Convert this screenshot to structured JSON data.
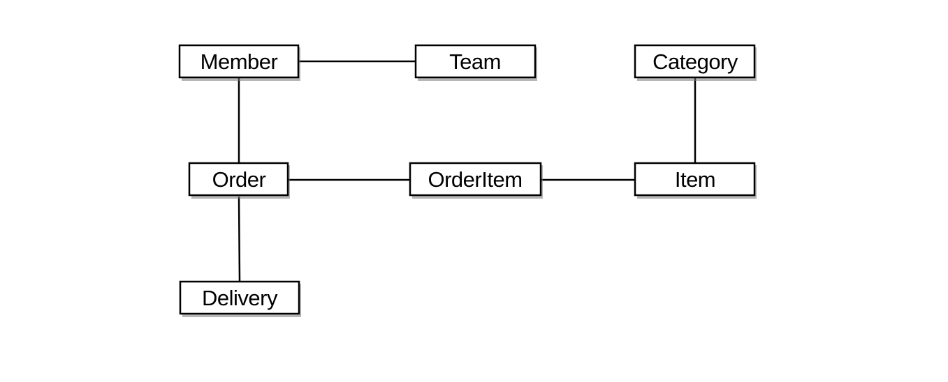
{
  "entities": {
    "member": {
      "label": "Member"
    },
    "team": {
      "label": "Team"
    },
    "category": {
      "label": "Category"
    },
    "order": {
      "label": "Order"
    },
    "order_item": {
      "label": "OrderItem"
    },
    "item": {
      "label": "Item"
    },
    "delivery": {
      "label": "Delivery"
    }
  },
  "relationships": [
    {
      "from": "Member",
      "to": "Team"
    },
    {
      "from": "Member",
      "to": "Order"
    },
    {
      "from": "Category",
      "to": "Item"
    },
    {
      "from": "Order",
      "to": "OrderItem"
    },
    {
      "from": "OrderItem",
      "to": "Item"
    },
    {
      "from": "Order",
      "to": "Delivery"
    }
  ]
}
